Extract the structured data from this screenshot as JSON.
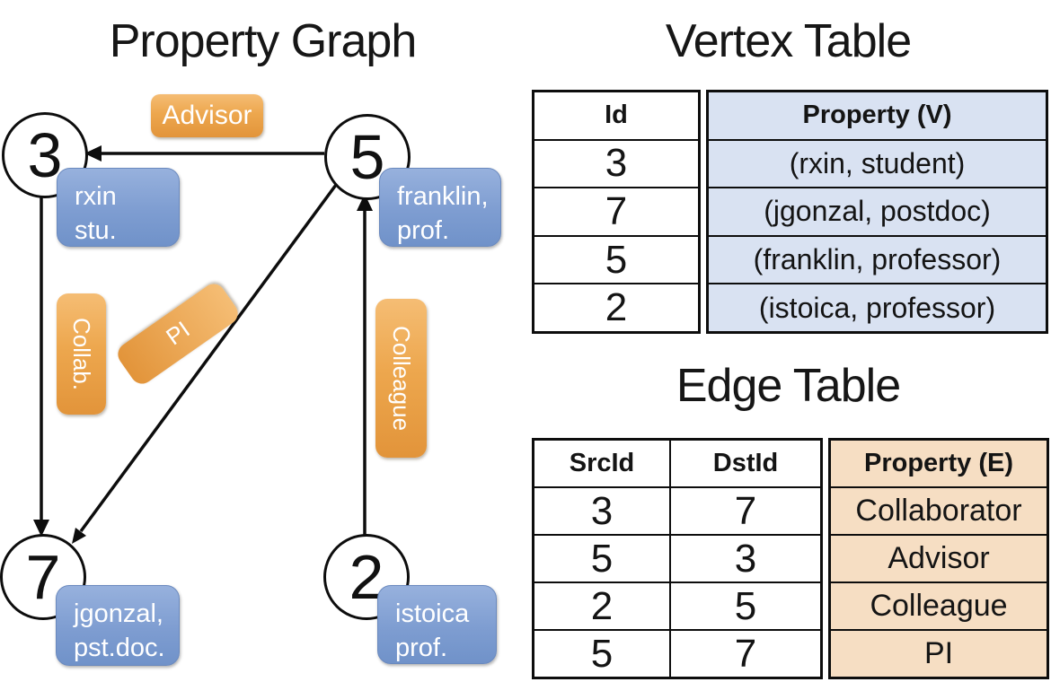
{
  "graph": {
    "title": "Property Graph",
    "nodes": {
      "n3": "3",
      "n5": "5",
      "n7": "7",
      "n2": "2"
    },
    "edge_labels": {
      "advisor": "Advisor",
      "collab": "Collab.",
      "pi": "PI",
      "colleague": "Colleague"
    },
    "vertex_boxes": {
      "rxin": {
        "line1": "rxin",
        "line2": "stu."
      },
      "franklin": {
        "line1": "franklin,",
        "line2": "prof."
      },
      "jgonzal": {
        "line1": "jgonzal,",
        "line2": "pst.doc."
      },
      "istoica": {
        "line1": "istoica",
        "line2": "prof."
      }
    }
  },
  "vertex_table": {
    "title": "Vertex Table",
    "id_header": "Id",
    "property_header": "Property (V)",
    "rows": [
      {
        "id": "3",
        "property": "(rxin, student)"
      },
      {
        "id": "7",
        "property": "(jgonzal, postdoc)"
      },
      {
        "id": "5",
        "property": "(franklin, professor)"
      },
      {
        "id": "2",
        "property": "(istoica, professor)"
      }
    ]
  },
  "edge_table": {
    "title": "Edge Table",
    "src_header": "SrcId",
    "dst_header": "DstId",
    "property_header": "Property (E)",
    "rows": [
      {
        "src": "3",
        "dst": "7",
        "property": "Collaborator"
      },
      {
        "src": "5",
        "dst": "3",
        "property": "Advisor"
      },
      {
        "src": "2",
        "dst": "5",
        "property": "Colleague"
      },
      {
        "src": "5",
        "dst": "7",
        "property": "PI"
      }
    ]
  },
  "colors": {
    "orange_light": "#F5BD74",
    "orange_dark": "#E2943A",
    "blue_box_light": "#97B1DD",
    "blue_box_dark": "#7092C9",
    "table_blue": "#D9E2F2",
    "table_tan": "#F6DEC3",
    "line": "#0d0d0d"
  }
}
